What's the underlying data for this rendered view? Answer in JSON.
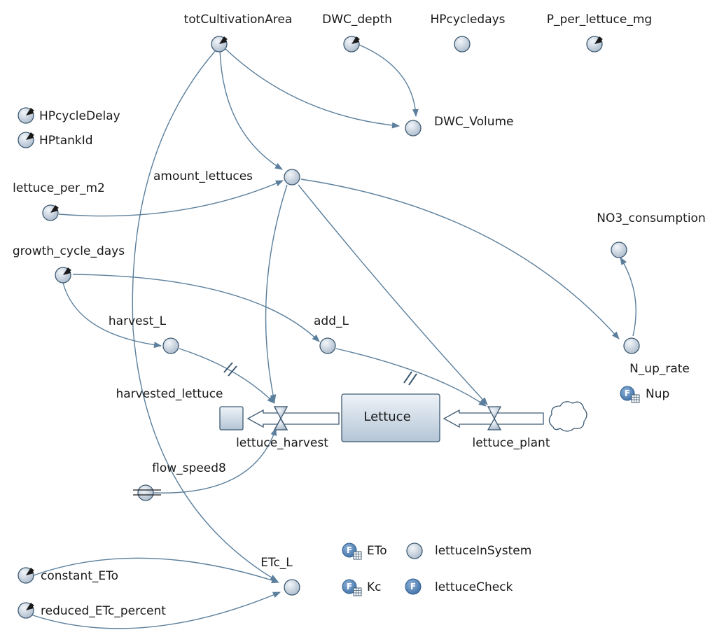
{
  "diagram": {
    "type": "system-dynamics",
    "parameters": [
      {
        "id": "totCultivationArea",
        "label": "totCultivationArea"
      },
      {
        "id": "DWC_depth",
        "label": "DWC_depth"
      },
      {
        "id": "P_per_lettuce_mg",
        "label": "P_per_lettuce_mg"
      },
      {
        "id": "HPcycleDelay",
        "label": "HPcycleDelay"
      },
      {
        "id": "HPtankId",
        "label": "HPtankId"
      },
      {
        "id": "lettuce_per_m2",
        "label": "lettuce_per_m2"
      },
      {
        "id": "growth_cycle_days",
        "label": "growth_cycle_days"
      },
      {
        "id": "constant_ETo",
        "label": "constant_ETo"
      },
      {
        "id": "reduced_ETc_percent",
        "label": "reduced_ETc_percent"
      }
    ],
    "variables": [
      {
        "id": "HPcycledays",
        "label": "HPcycledays"
      },
      {
        "id": "DWC_Volume",
        "label": "DWC_Volume"
      },
      {
        "id": "amount_lettuces",
        "label": "amount_lettuces"
      },
      {
        "id": "NO3_consumption",
        "label": "NO3_consumption"
      },
      {
        "id": "harvest_L",
        "label": "harvest_L"
      },
      {
        "id": "add_L",
        "label": "add_L"
      },
      {
        "id": "N_up_rate",
        "label": "N_up_rate"
      },
      {
        "id": "ETc_L",
        "label": "ETc_L"
      },
      {
        "id": "lettuceInSystem",
        "label": "lettuceInSystem"
      },
      {
        "id": "flow_speed8",
        "label": "flow_speed8"
      }
    ],
    "stock": {
      "id": "Lettuce",
      "label": "Lettuce"
    },
    "flows": [
      {
        "id": "lettuce_harvest",
        "label": "lettuce_harvest"
      },
      {
        "id": "lettuce_plant",
        "label": "lettuce_plant"
      },
      {
        "id": "harvested_lettuce",
        "label": "harvested_lettuce"
      }
    ],
    "functions": [
      {
        "id": "Nup",
        "label": "Nup",
        "table": true
      },
      {
        "id": "ETo",
        "label": "ETo",
        "table": true
      },
      {
        "id": "Kc",
        "label": "Kc",
        "table": true
      },
      {
        "id": "lettuceCheck",
        "label": "lettuceCheck",
        "table": false
      }
    ],
    "function_badge_letter": "F",
    "colors": {
      "link": "#5b7f9c",
      "node_fill_light": "#e9eef4",
      "node_fill_dark": "#a9b9ca",
      "node_stroke": "#3e5a72",
      "function_badge": "#4f82b8"
    }
  }
}
